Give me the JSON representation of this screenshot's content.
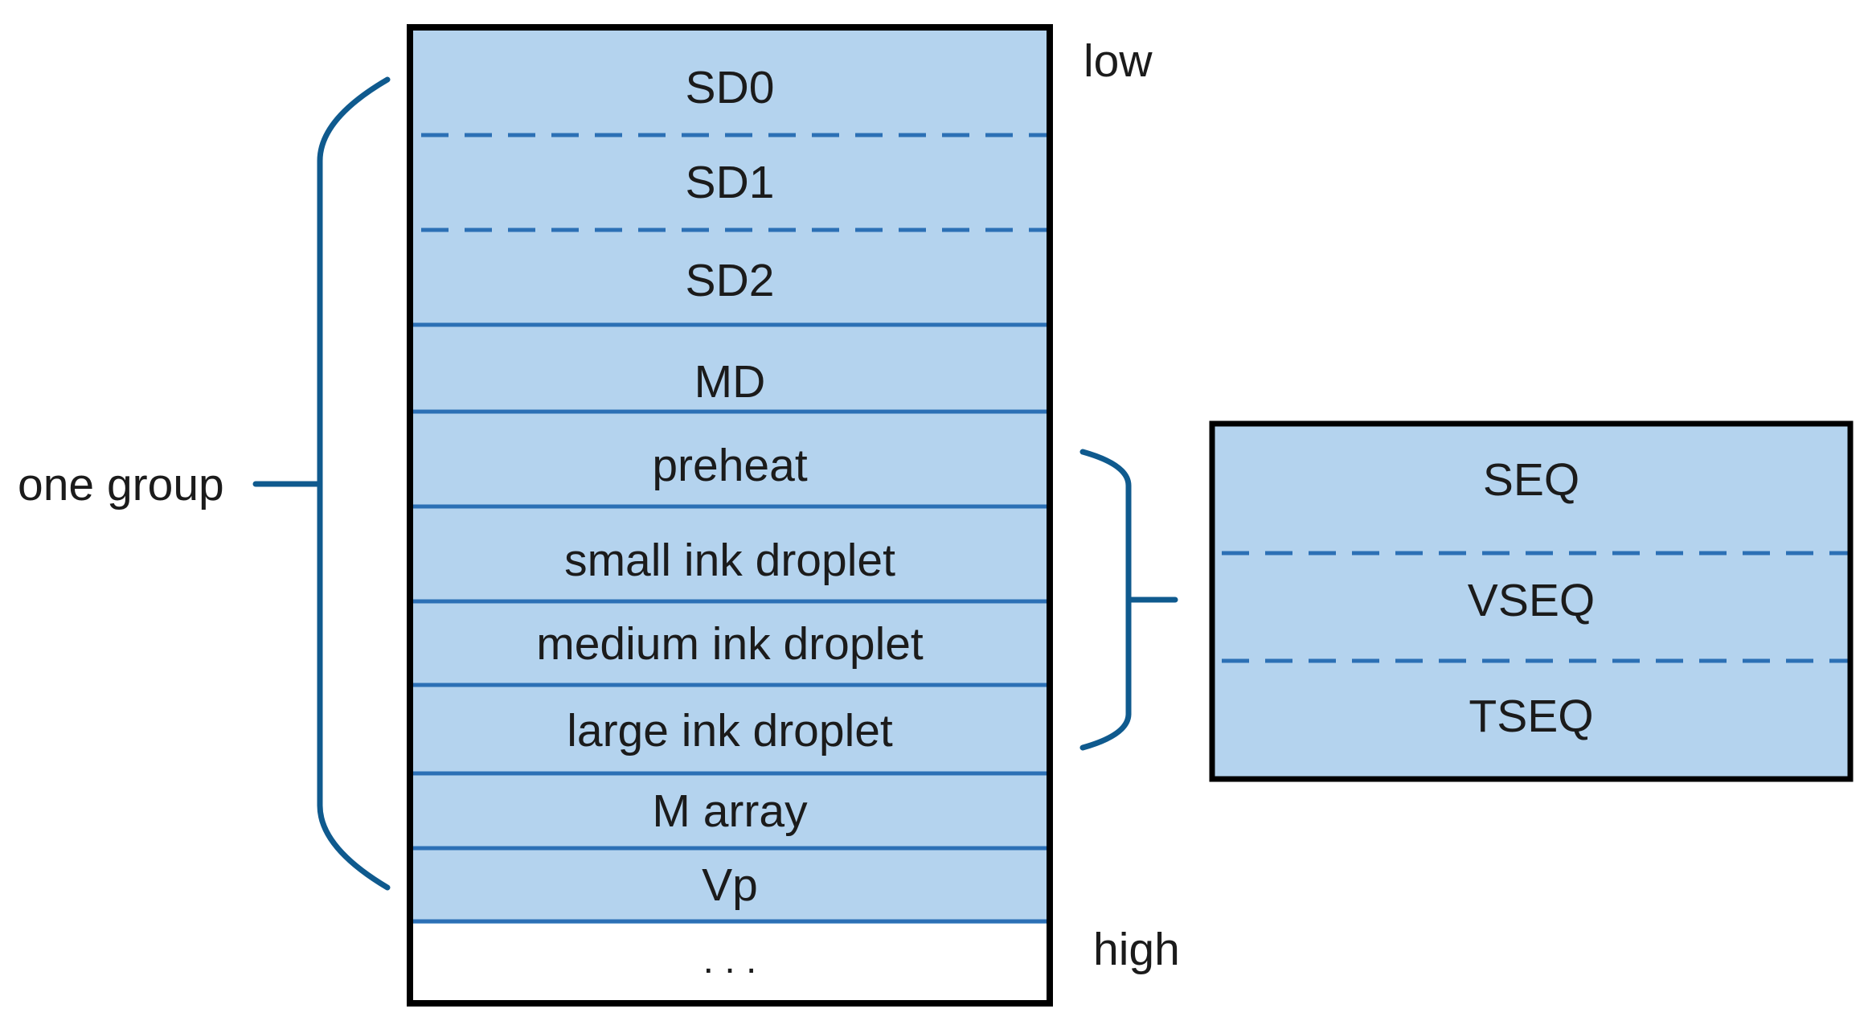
{
  "colors": {
    "cell_fill": "#b4d3ee",
    "divider": "#2c70b5",
    "brace": "#0f5a8e",
    "outline": "#000000",
    "text": "#1b1b1b",
    "background": "#ffffff"
  },
  "memory_stack": {
    "rows": [
      {
        "label": "SD0",
        "filled": true,
        "divider_after": "dashed"
      },
      {
        "label": "SD1",
        "filled": true,
        "divider_after": "dashed"
      },
      {
        "label": "SD2",
        "filled": true,
        "divider_after": "solid"
      },
      {
        "label": "MD",
        "filled": true,
        "divider_after": "solid"
      },
      {
        "label": "preheat",
        "filled": true,
        "divider_after": "solid"
      },
      {
        "label": "small ink droplet",
        "filled": true,
        "divider_after": "solid"
      },
      {
        "label": "medium ink droplet",
        "filled": true,
        "divider_after": "solid"
      },
      {
        "label": "large ink droplet",
        "filled": true,
        "divider_after": "solid"
      },
      {
        "label": "M array",
        "filled": true,
        "divider_after": "solid"
      },
      {
        "label": "Vp",
        "filled": true,
        "divider_after": "solid"
      },
      {
        "label": ". . .",
        "filled": false,
        "divider_after": "none"
      }
    ],
    "low_label": "low",
    "high_label": "high"
  },
  "group_brace": {
    "label": "one group",
    "icon": "curly-brace-left"
  },
  "waveform_brace": {
    "icon": "curly-brace-right"
  },
  "sequence_box": {
    "rows": [
      {
        "label": "SEQ",
        "divider_after": "dashed"
      },
      {
        "label": "VSEQ",
        "divider_after": "dashed"
      },
      {
        "label": "TSEQ",
        "divider_after": "none"
      }
    ]
  }
}
